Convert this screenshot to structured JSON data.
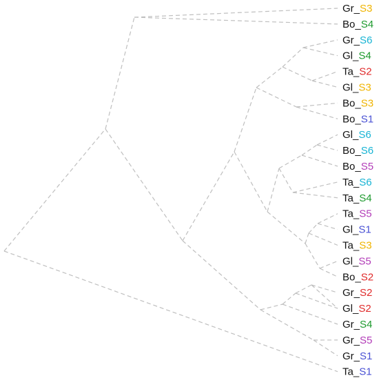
{
  "tree": {
    "sample_colors": {
      "S1": "#4a52d4",
      "S2": "#e02b2b",
      "S3": "#f0b400",
      "S4": "#1e9a2e",
      "S5": "#b23cb8",
      "S6": "#17b4d4"
    },
    "prefix_color": "#111111",
    "leaves": [
      {
        "prefix": "Gr_",
        "sample": "S3"
      },
      {
        "prefix": "Bo_",
        "sample": "S4"
      },
      {
        "prefix": "Gr_",
        "sample": "S6"
      },
      {
        "prefix": "Gl_",
        "sample": "S4"
      },
      {
        "prefix": "Ta_",
        "sample": "S2"
      },
      {
        "prefix": "Gl_",
        "sample": "S3"
      },
      {
        "prefix": "Bo_",
        "sample": "S3"
      },
      {
        "prefix": "Bo_",
        "sample": "S1"
      },
      {
        "prefix": "Gl_",
        "sample": "S6"
      },
      {
        "prefix": "Bo_",
        "sample": "S6"
      },
      {
        "prefix": "Bo_",
        "sample": "S5"
      },
      {
        "prefix": "Ta_",
        "sample": "S6"
      },
      {
        "prefix": "Ta_",
        "sample": "S4"
      },
      {
        "prefix": "Ta_",
        "sample": "S5"
      },
      {
        "prefix": "Gl_",
        "sample": "S1"
      },
      {
        "prefix": "Ta_",
        "sample": "S3"
      },
      {
        "prefix": "Gl_",
        "sample": "S5"
      },
      {
        "prefix": "Bo_",
        "sample": "S2"
      },
      {
        "prefix": "Gr_",
        "sample": "S2"
      },
      {
        "prefix": "Gl_",
        "sample": "S2"
      },
      {
        "prefix": "Gr_",
        "sample": "S4"
      },
      {
        "prefix": "Gr_",
        "sample": "S5"
      },
      {
        "prefix": "Gr_",
        "sample": "S1"
      },
      {
        "prefix": "Ta_",
        "sample": "S1"
      }
    ]
  }
}
